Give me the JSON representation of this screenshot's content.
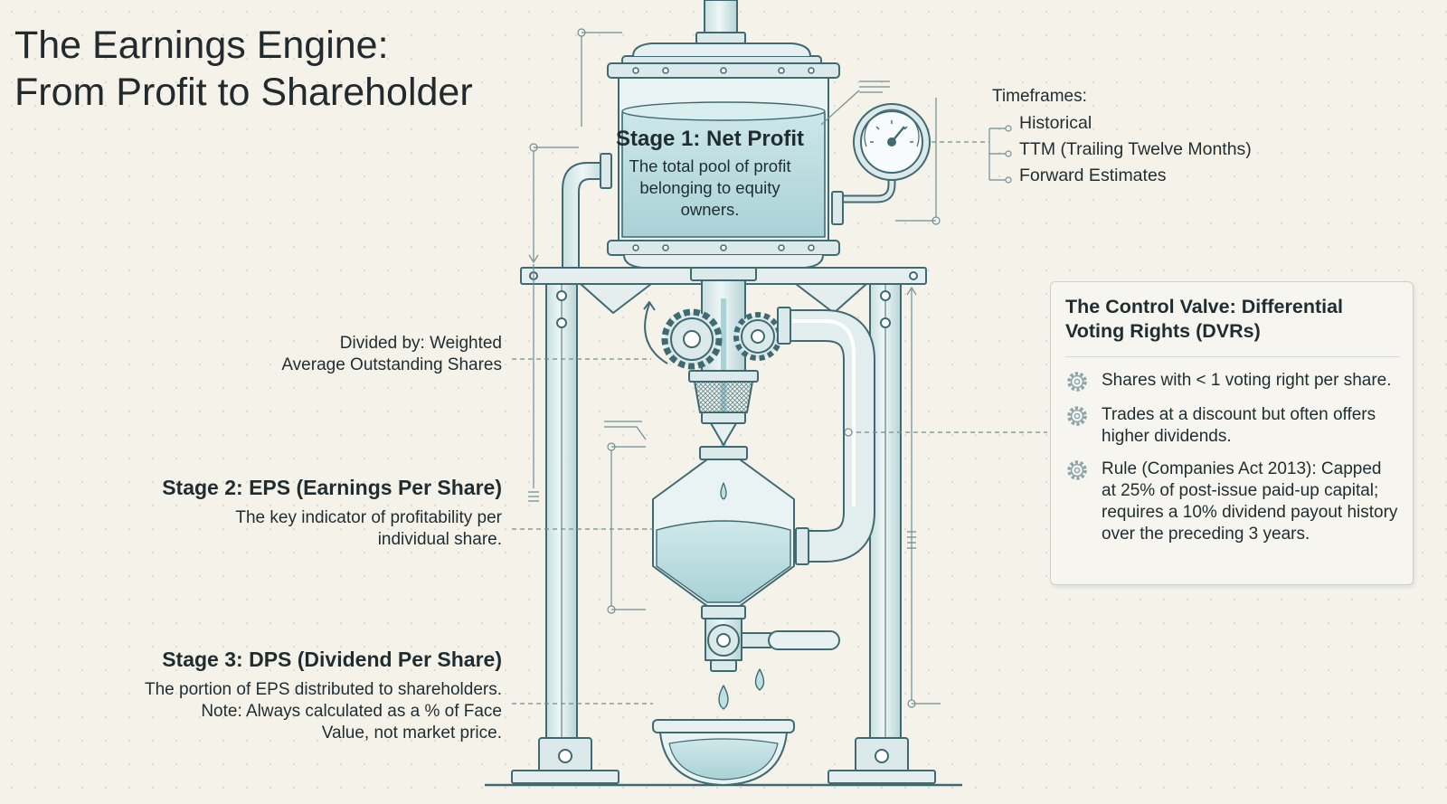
{
  "title": {
    "line1": "The Earnings Engine:",
    "line2": "From Profit to Shareholder"
  },
  "stage1": {
    "title": "Stage 1: Net Profit",
    "description": "The total pool of profit belonging to equity owners."
  },
  "divider_label": {
    "line1": "Divided by: Weighted",
    "line2": "Average Outstanding Shares"
  },
  "stage2": {
    "title": "Stage 2: EPS (Earnings Per Share)",
    "line1": "The key indicator of profitability per",
    "line2": "individual share."
  },
  "stage3": {
    "title": "Stage 3: DPS (Dividend Per Share)",
    "line1": "The portion of EPS distributed to shareholders.",
    "line2": "Note: Always calculated as a % of Face",
    "line3": "Value, not market price."
  },
  "timeframes": {
    "heading": "Timeframes:",
    "items": [
      "Historical",
      "TTM (Trailing Twelve Months)",
      "Forward Estimates"
    ]
  },
  "dvr": {
    "title": "The Control Valve: Differential Voting Rights (DVRs)",
    "items": [
      "Shares with < 1 voting right per share.",
      "Trades at a discount but often offers higher dividends.",
      "Rule (Companies Act 2013): Capped at 25% of post-issue paid-up capital; requires a 10% dividend payout history over the preceding 3 years."
    ],
    "icon": "gear-icon"
  },
  "colors": {
    "background": "#f5f2ea",
    "ink": "#3f6a72",
    "liquid": "#bfe0e3",
    "metal": "#dbe9ea",
    "text": "#1f2d31"
  }
}
